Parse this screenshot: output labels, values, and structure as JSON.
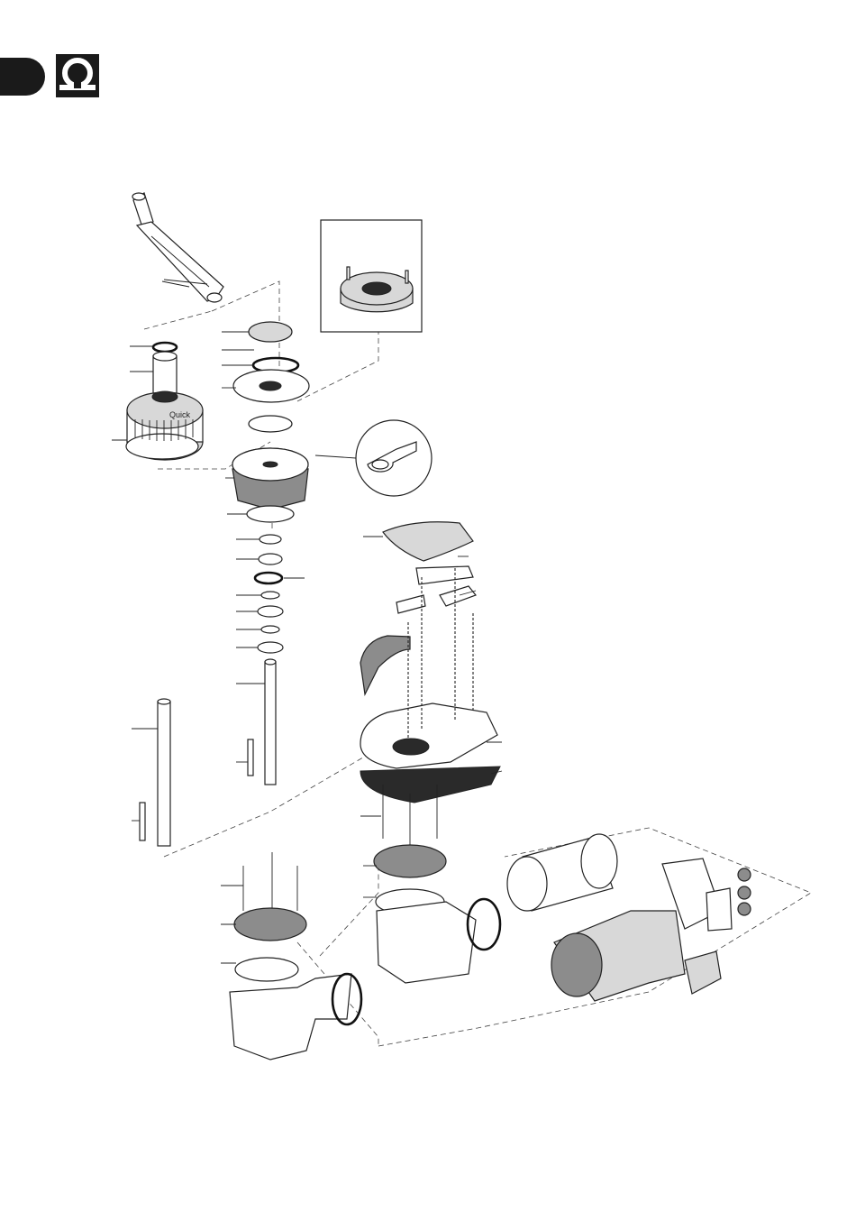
{
  "header": {
    "tab_color": "#1a1a1a",
    "logo_icon": "quick-q-logo-icon"
  },
  "diagram": {
    "type": "exploded-parts-view",
    "brand_mark_on_parts": "Quick",
    "detail_insets": [
      "base-ring-detail",
      "cam-lever-detail"
    ]
  }
}
